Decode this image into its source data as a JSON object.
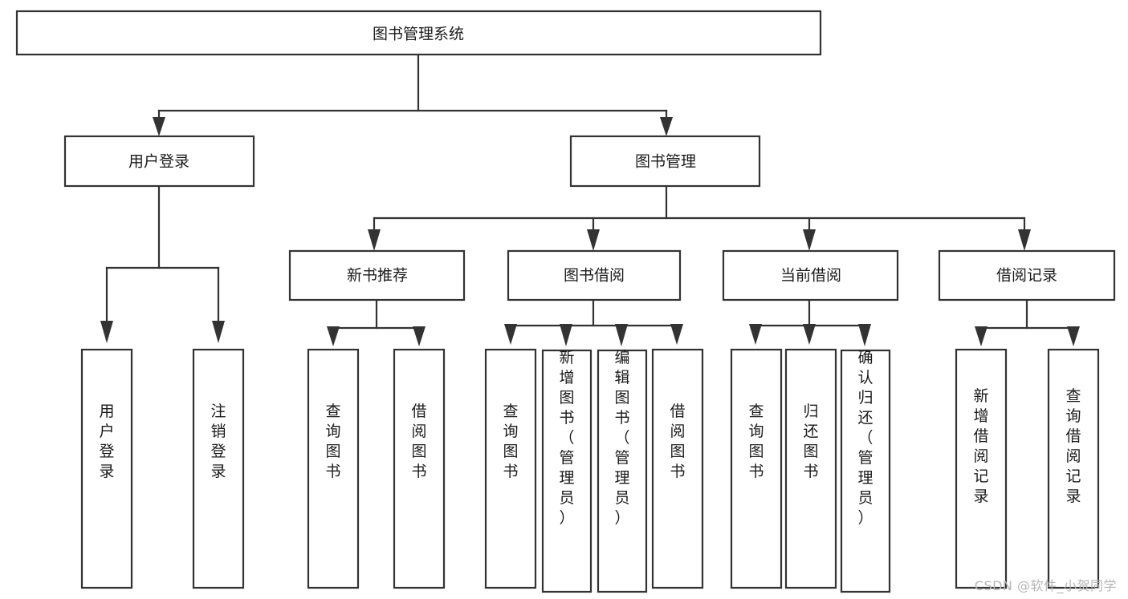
{
  "diagram": {
    "title": "图书管理系统",
    "type": "tree-hierarchy",
    "watermark": "CSDN @软件_小贺同学",
    "colors": {
      "box_stroke": "#333333",
      "box_fill": "#ffffff",
      "text": "#1a1a1a",
      "background": "#ffffff",
      "watermark": "#b5b5b5"
    },
    "levels": {
      "root": {
        "label": "图书管理系统"
      },
      "level2": [
        {
          "label": "用户登录"
        },
        {
          "label": "图书管理"
        }
      ],
      "level3": [
        {
          "label": "新书推荐"
        },
        {
          "label": "图书借阅"
        },
        {
          "label": "当前借阅"
        },
        {
          "label": "借阅记录"
        }
      ],
      "leaves": {
        "user_login": [
          {
            "label": "用户登录"
          },
          {
            "label": "注销登录"
          }
        ],
        "new_book_recommend": [
          {
            "label": "查询图书"
          },
          {
            "label": "借阅图书"
          }
        ],
        "book_borrow": [
          {
            "label": "查询图书"
          },
          {
            "label": "新增图书（管理员）"
          },
          {
            "label": "编辑图书（管理员）"
          },
          {
            "label": "借阅图书"
          }
        ],
        "current_borrow": [
          {
            "label": "查询图书"
          },
          {
            "label": "归还图书"
          },
          {
            "label": "确认归还（管理员）"
          }
        ],
        "borrow_records": [
          {
            "label": "新增借阅记录"
          },
          {
            "label": "查询借阅记录"
          }
        ]
      }
    }
  }
}
